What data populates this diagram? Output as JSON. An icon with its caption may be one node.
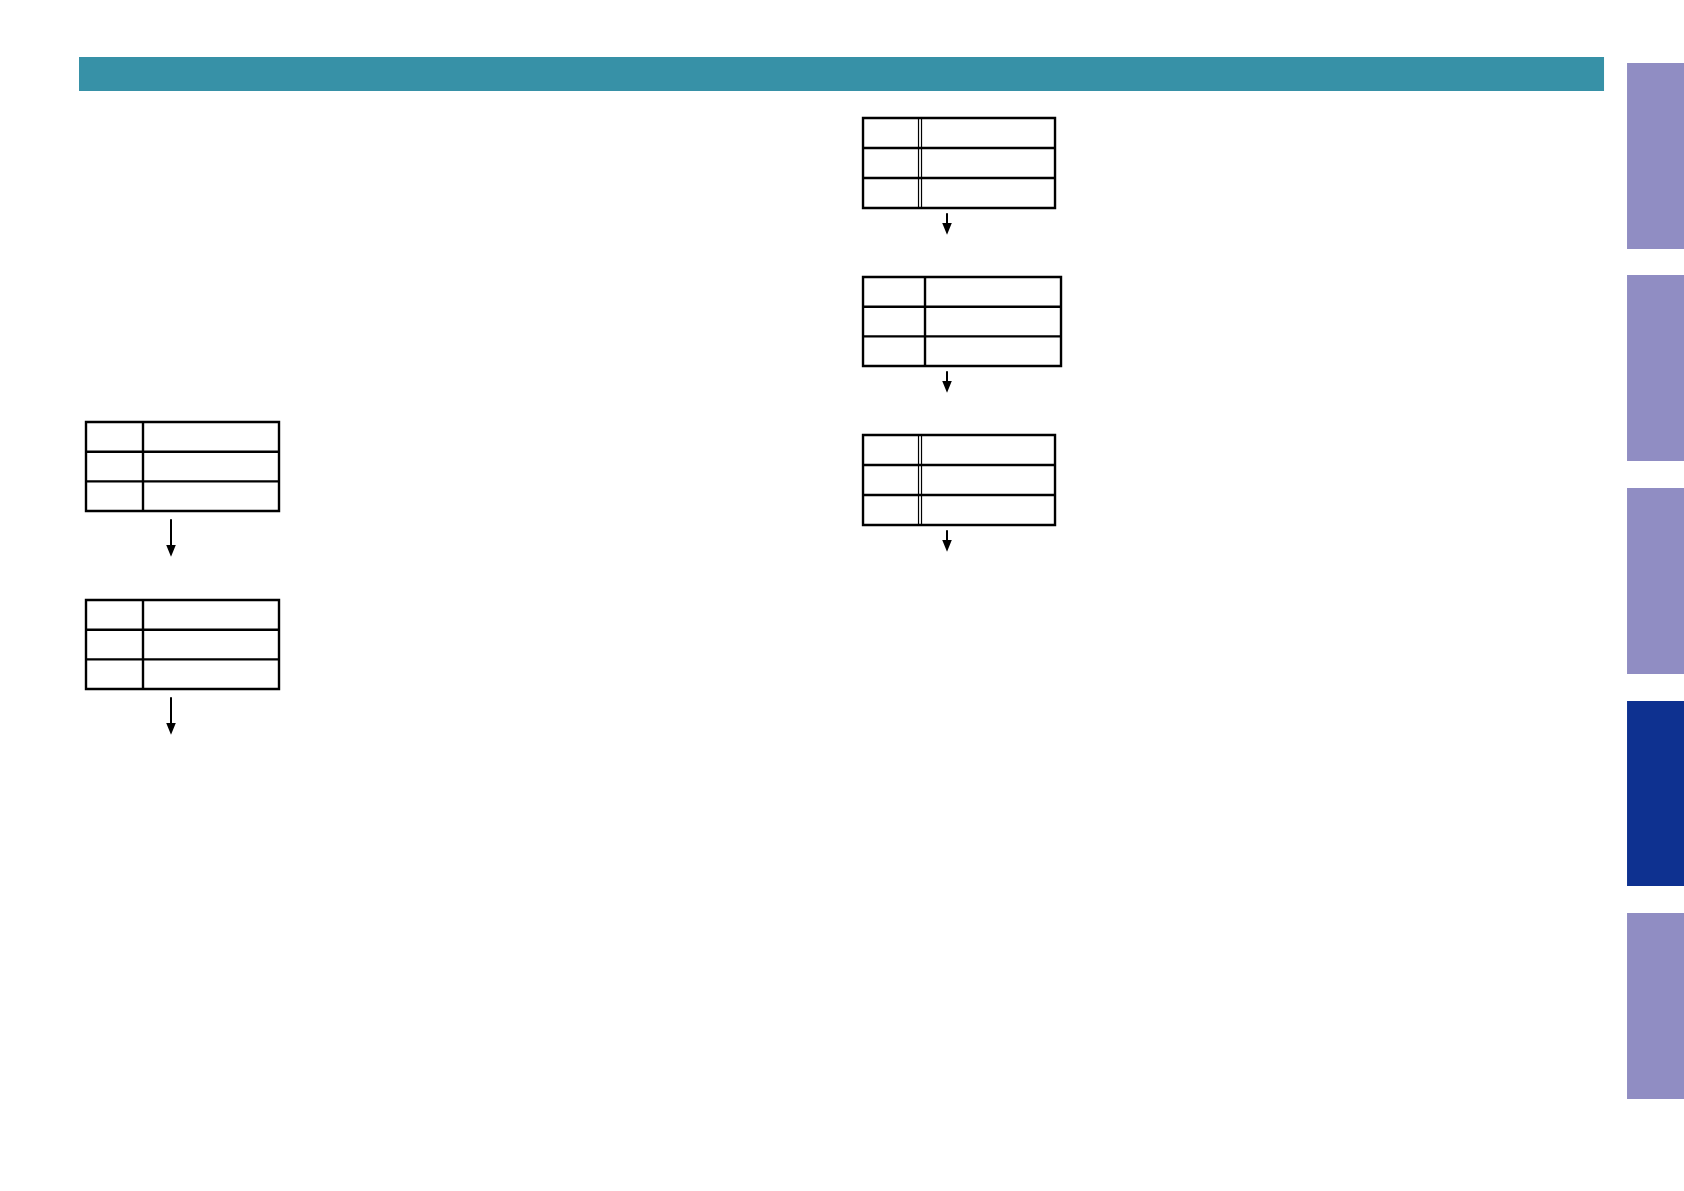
{
  "diagram": {
    "nodes": [
      {
        "text": [],
        "shape": "box"
      },
      {
        "text": [],
        "shape": "box"
      },
      {
        "text": [],
        "shape": "box"
      },
      {
        "text": [],
        "shape": "box"
      },
      {
        "text": [],
        "shape": "box"
      }
    ],
    "edges": [
      {
        "from": 0,
        "to": null,
        "arrow": "to"
      },
      {
        "from": 1,
        "to": null,
        "arrow": "to"
      },
      {
        "from": 2,
        "to": null,
        "arrow": "to"
      },
      {
        "from": 3,
        "to": null,
        "arrow": "to"
      },
      {
        "from": 4,
        "to": null,
        "arrow": "to"
      }
    ]
  }
}
